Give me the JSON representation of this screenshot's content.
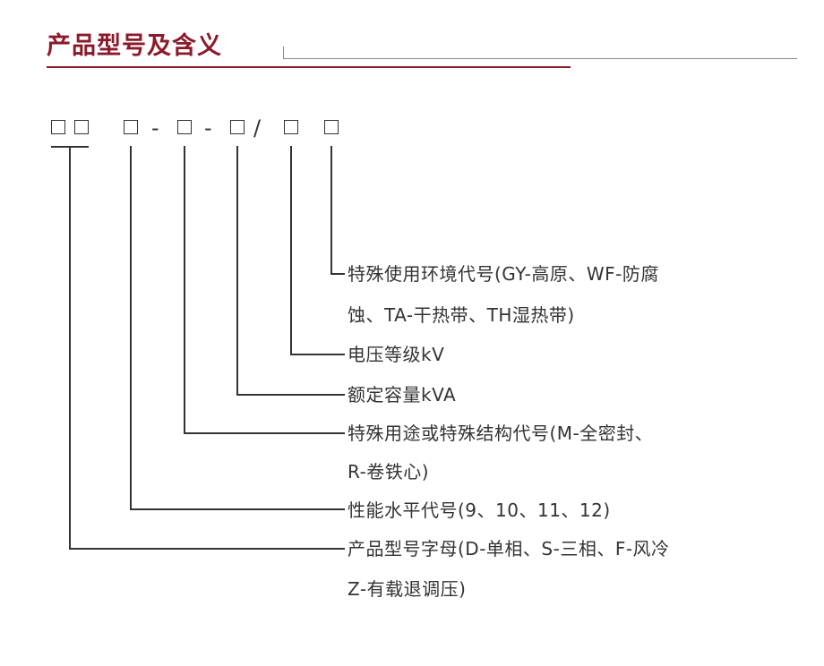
{
  "title": "产品型号及含义",
  "model_code": {
    "separators": [
      "-",
      "-",
      "/"
    ]
  },
  "legend": {
    "special_use_line1": "特殊使用环境代号(GY-高原、WF-防腐",
    "special_use_line2": "蚀、TA-干热带、TH湿热带)",
    "voltage_class": "电压等级kV",
    "rated_capacity": "额定容量kVA",
    "special_purpose_line1": "特殊用途或特殊结构代号(M-全密封、",
    "special_purpose_line2": "R-卷铁心)",
    "performance_level": "性能水平代号(9、10、11、12)",
    "type_letters_line1": "产品型号字母(D-单相、S-三相、F-风冷",
    "type_letters_line2": "Z-有载退调压)"
  }
}
